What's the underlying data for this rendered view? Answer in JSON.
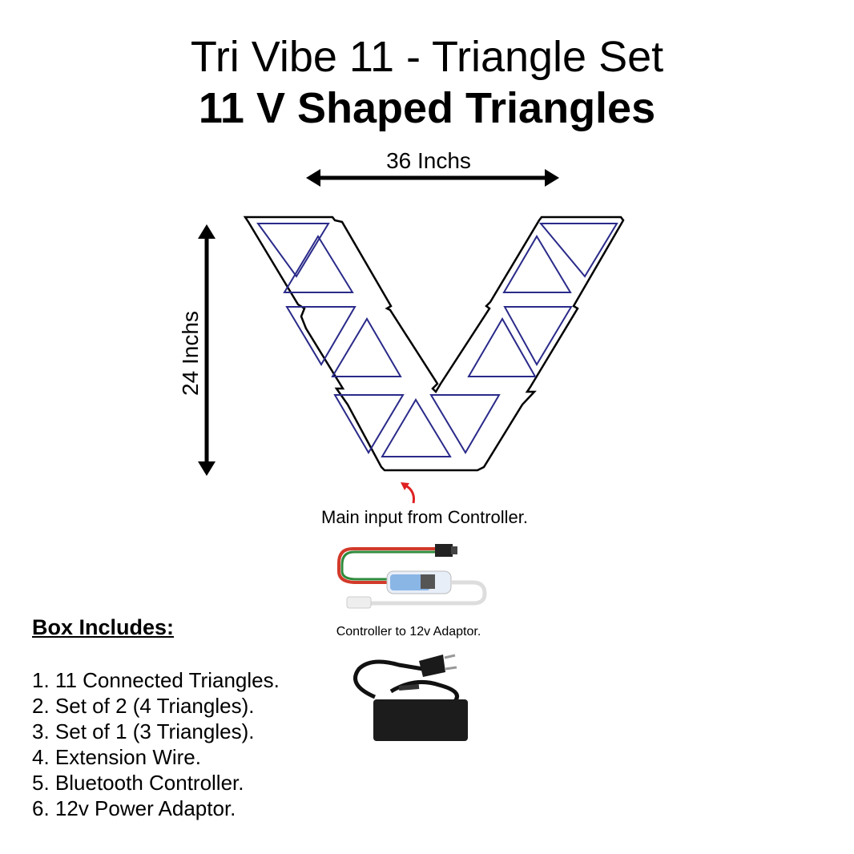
{
  "header": {
    "title": "Tri Vibe 11 - Triangle Set",
    "subtitle": "11 V Shaped Triangles"
  },
  "dimensions": {
    "width_label": "36 Inchs",
    "height_label": "24 Inchs"
  },
  "diagram": {
    "shape": "V",
    "triangle_count": 11,
    "outline_color": "#000000",
    "triangle_color": "#2a2a8a",
    "arrow_color": "#e02020"
  },
  "controller": {
    "main_input_label": "Main input from Controller.",
    "adaptor_label": "Controller to 12v Adaptor.",
    "wire_colors": [
      "#d23a2a",
      "#2e8b3c"
    ]
  },
  "box_includes": {
    "title": "Box Includes:",
    "items": [
      "1. 11 Connected Triangles.",
      "2. Set of 2 (4 Triangles).",
      "3. Set of 1 (3 Triangles).",
      "4. Extension Wire.",
      "5. Bluetooth Controller.",
      "6. 12v Power Adaptor."
    ]
  }
}
